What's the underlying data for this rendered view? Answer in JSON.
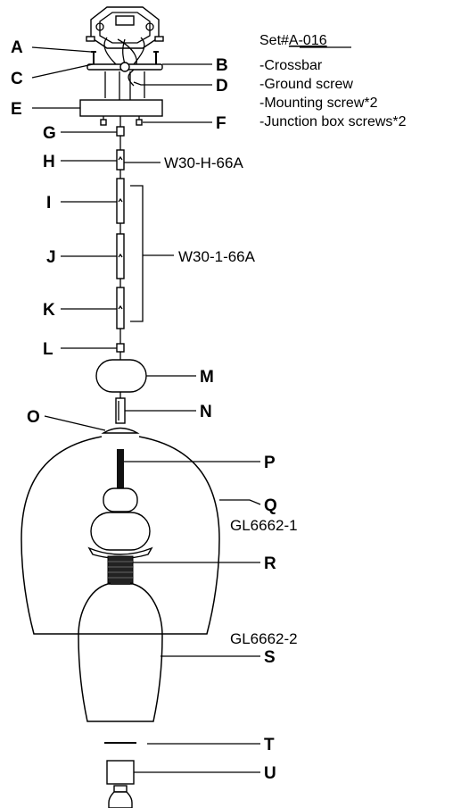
{
  "set": {
    "prefix": "Set#",
    "code": "A-016",
    "items": [
      "-Crossbar",
      "-Ground screw",
      "-Mounting screw*2",
      "-Junction box screws*2"
    ]
  },
  "labels": {
    "A": "A",
    "B": "B",
    "C": "C",
    "D": "D",
    "E": "E",
    "F": "F",
    "G": "G",
    "H": "H",
    "I": "I",
    "J": "J",
    "K": "K",
    "L": "L",
    "M": "M",
    "N": "N",
    "O": "O",
    "P": "P",
    "Q": "Q",
    "R": "R",
    "S": "S",
    "T": "T",
    "U": "U"
  },
  "models": {
    "rod_h": "W30-H-66A",
    "rod_ijk": "W30-1-66A",
    "glass_outer": "GL6662-1",
    "glass_inner": "GL6662-2"
  }
}
